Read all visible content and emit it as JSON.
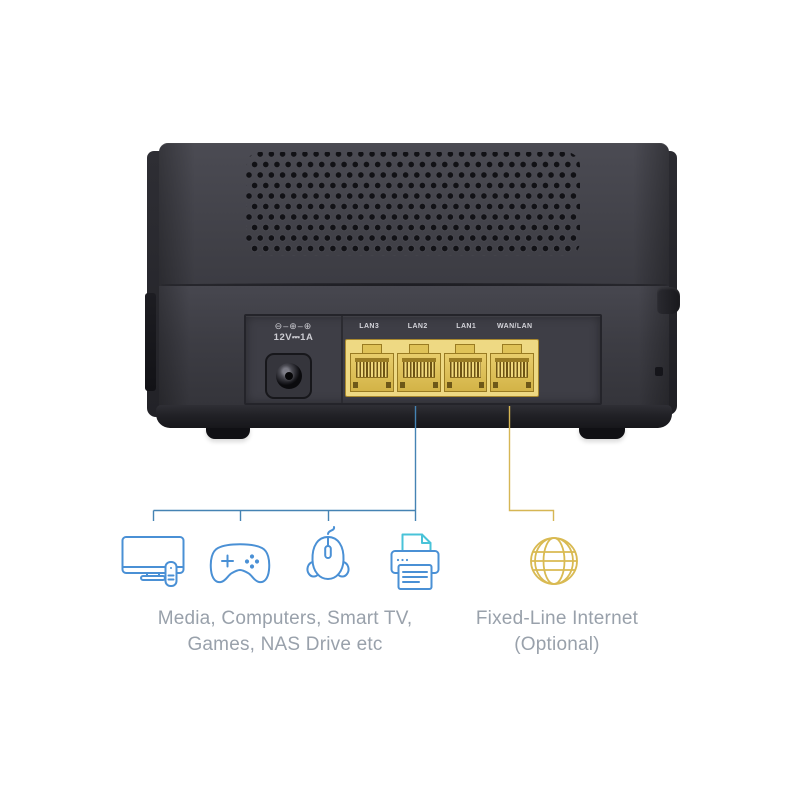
{
  "device": {
    "power": {
      "polarity": "⊖–⊕–⊕",
      "rating": "12V⎓1A"
    },
    "port_labels": [
      "LAN3",
      "LAN2",
      "LAN1",
      "WAN/LAN"
    ]
  },
  "annotations": {
    "lan_group": {
      "caption_line1": "Media, Computers, Smart TV,",
      "caption_line2": "Games, NAS Drive etc",
      "icons": [
        "tv-icon",
        "game-controller-icon",
        "mouse-icon",
        "printer-icon"
      ],
      "line_color": "#4583b3"
    },
    "wan_group": {
      "caption_line1": "Fixed-Line Internet",
      "caption_line2": "(Optional)",
      "icons": [
        "globe-icon"
      ],
      "line_color": "#d6b654"
    },
    "caption_color": "#99a1ab",
    "icon_blue": "#4a90d5",
    "icon_teal": "#49c3d8",
    "icon_gold": "#d9ba52"
  }
}
